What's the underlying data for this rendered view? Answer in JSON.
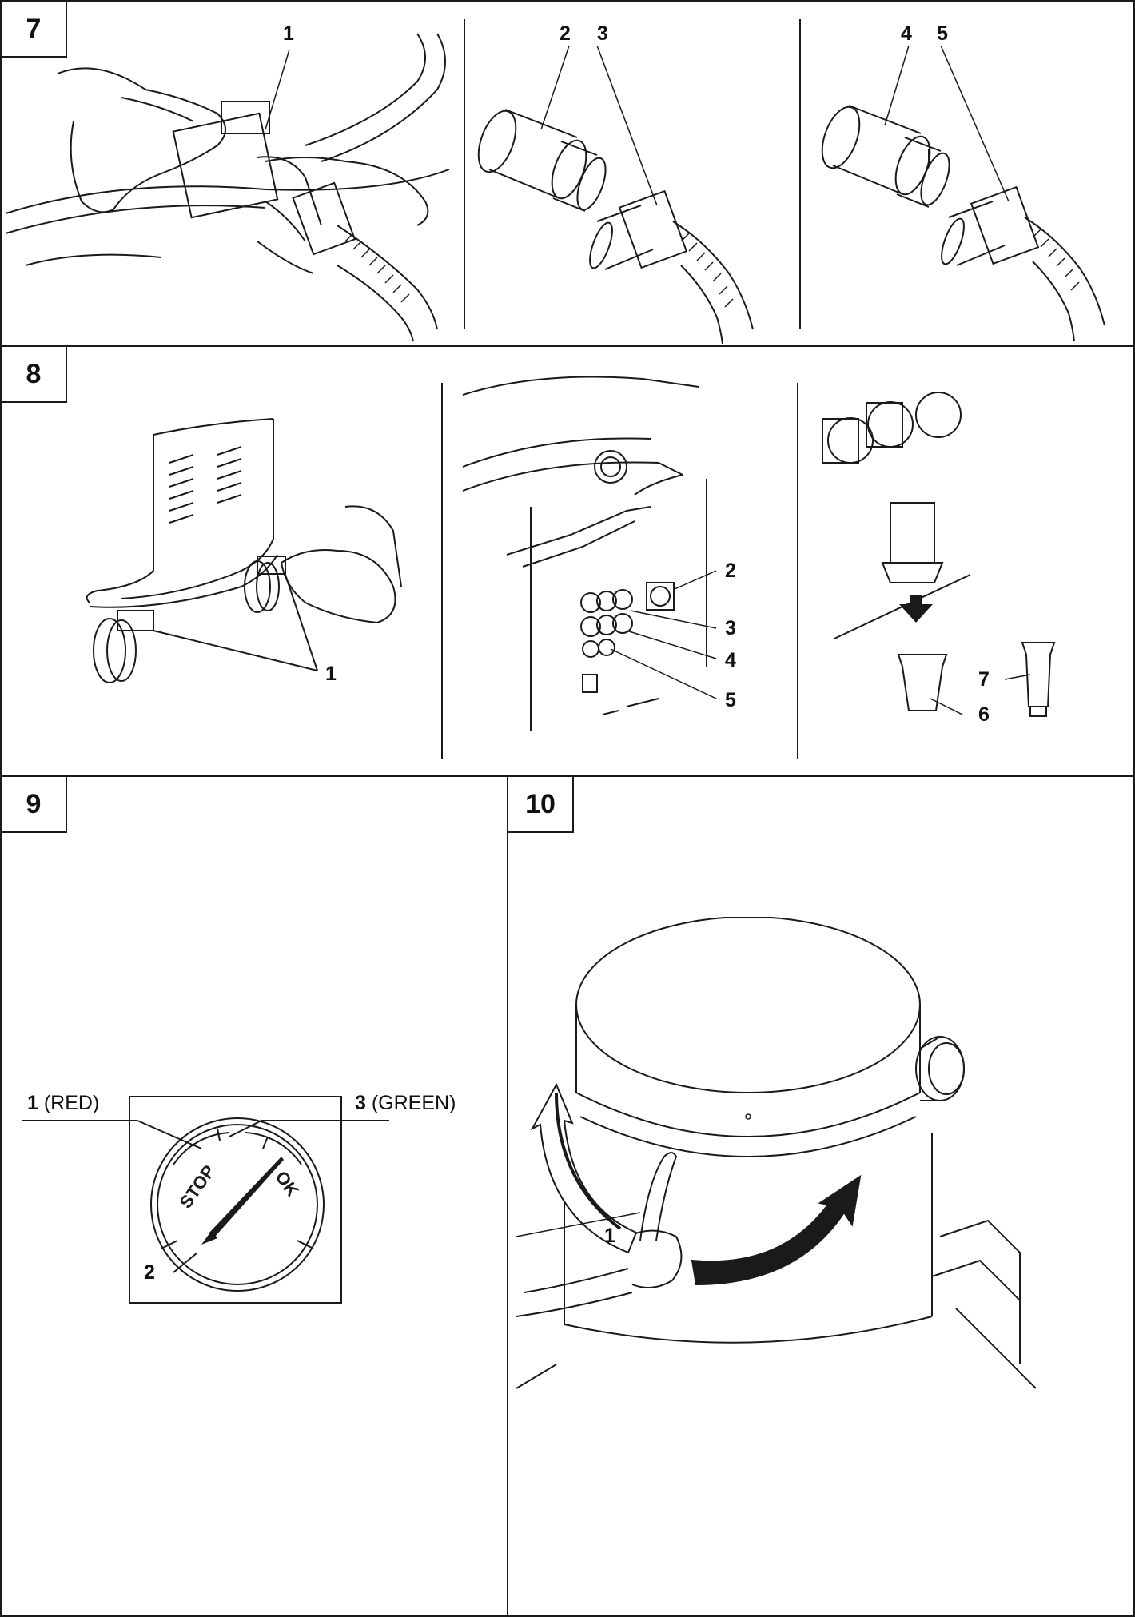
{
  "figures": {
    "fig7": {
      "number": "7",
      "callouts": {
        "c1": "1",
        "c2": "2",
        "c3": "3",
        "c4": "4",
        "c5": "5"
      }
    },
    "fig8": {
      "number": "8",
      "callouts": {
        "c1": "1",
        "c2": "2",
        "c3": "3",
        "c4": "4",
        "c5": "5",
        "c6": "6",
        "c7": "7"
      }
    },
    "fig9": {
      "number": "9",
      "gauge": {
        "stop_text": "STOP",
        "ok_text": "OK"
      },
      "callouts": {
        "c1_num": "1",
        "c1_color": "(RED)",
        "c2_num": "2",
        "c3_num": "3",
        "c3_color": "(GREEN)"
      }
    },
    "fig10": {
      "number": "10",
      "callouts": {
        "c1": "1"
      }
    }
  }
}
